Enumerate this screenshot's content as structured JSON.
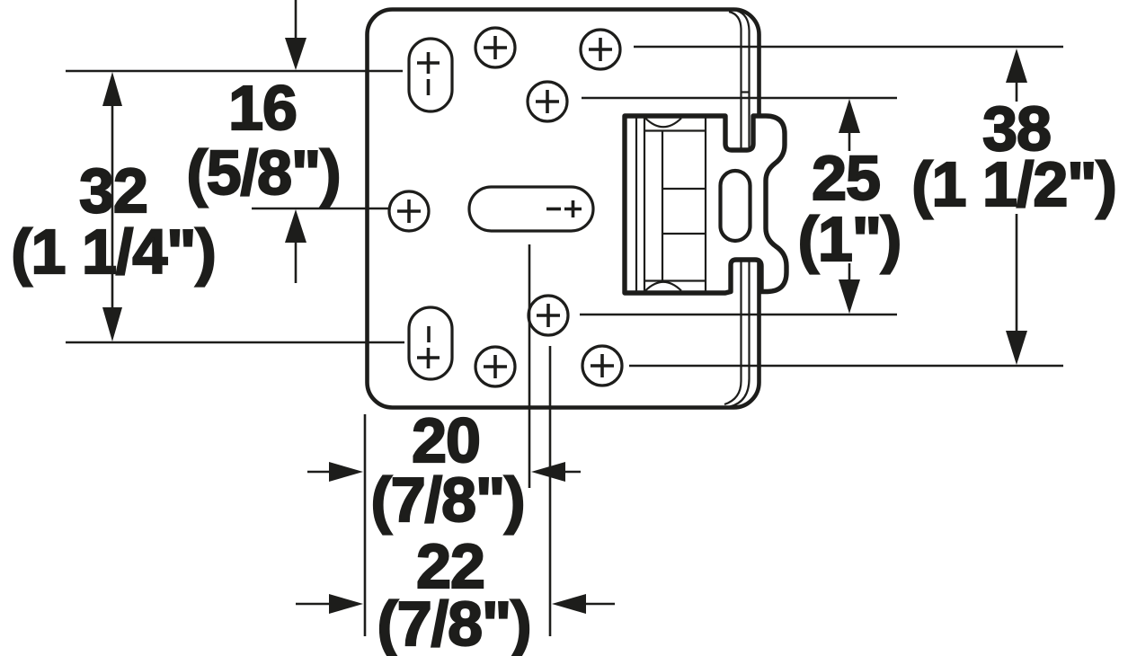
{
  "drawing": {
    "title": "Mounting plate dimension drawing",
    "background": "#ffffff",
    "line_color": "#1d1d1b"
  },
  "dimensions": {
    "d16": {
      "metric": "16",
      "imperial": "(5/8\")"
    },
    "d32": {
      "metric": "32",
      "imperial": "(1 1/4\")"
    },
    "d25": {
      "metric": "25",
      "imperial": "(1\")"
    },
    "d38": {
      "metric": "38",
      "imperial": "(1 1/2\")"
    },
    "d20": {
      "metric": "20",
      "imperial": "(7/8\")"
    },
    "d22": {
      "metric": "22",
      "imperial": "(7/8\")"
    }
  },
  "hole_marks": {
    "screw_cross": "+",
    "slot_minus": "-",
    "slot_plus": "+",
    "slot_bar": "|"
  }
}
